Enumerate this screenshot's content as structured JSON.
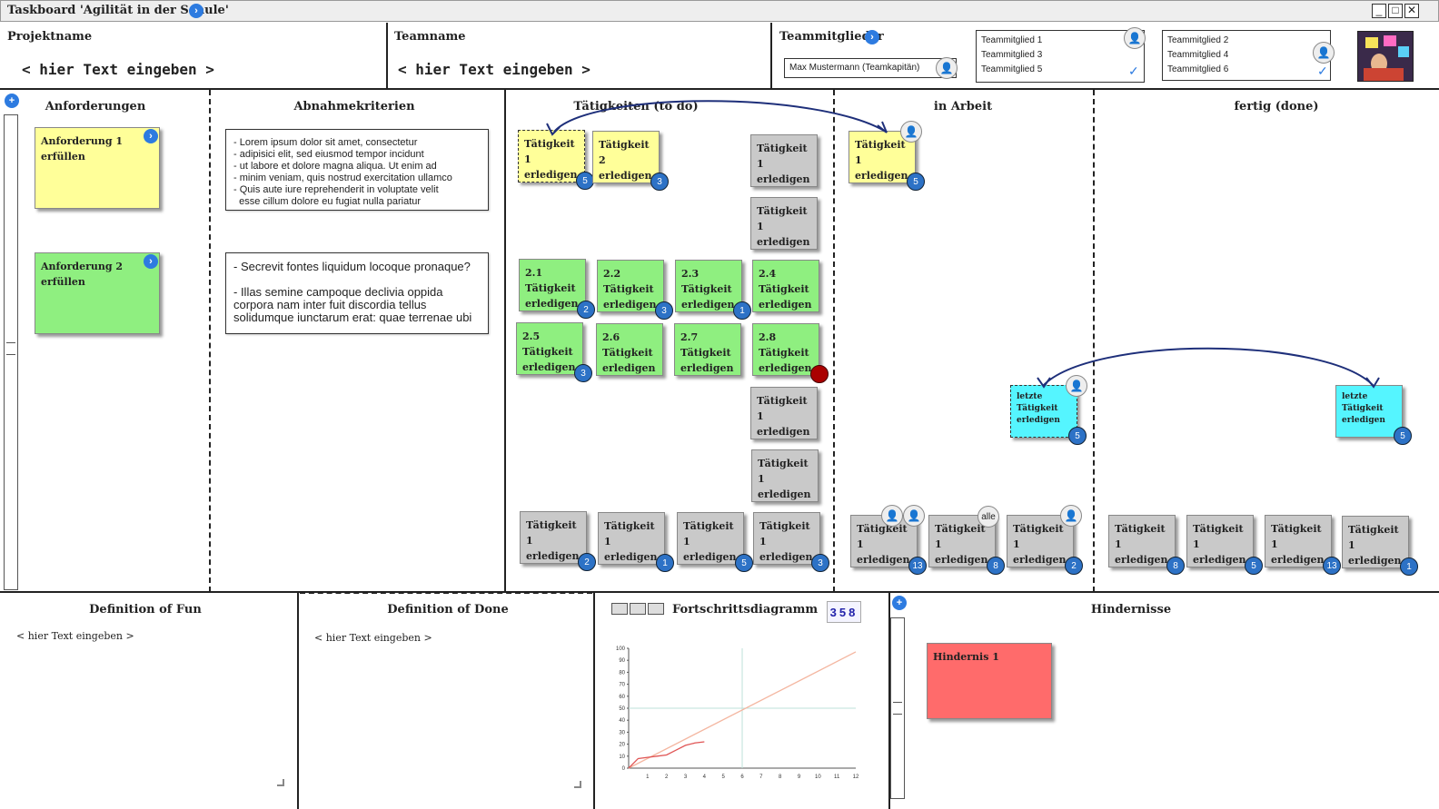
{
  "window": {
    "title": "Taskboard 'Agilität in der Schule'",
    "min": "_",
    "max": "□",
    "close": "✕"
  },
  "header": {
    "project_label": "Projektname",
    "project_placeholder": "< hier Text eingeben >",
    "team_label": "Teamname",
    "team_placeholder": "< hier Text eingeben >",
    "members_label": "Teammitglieder",
    "captain": "Max Mustermann (Teamkapitän)",
    "list1": [
      "Teammitglied 1",
      "Teammitglied 3",
      "Teammitglied 5"
    ],
    "list2": [
      "Teammitglied 2",
      "Teammitglied 4",
      "Teammitglied 6"
    ],
    "check": "✓"
  },
  "columns": {
    "requirements": "Anforderungen",
    "criteria": "Abnahmekriterien",
    "todo": "Tätigkeiten (to do)",
    "inprogress": "in Arbeit",
    "done": "fertig (done)"
  },
  "requirements": [
    {
      "label": "Anforderung 1 erfüllen"
    },
    {
      "label": "Anforderung 2 erfüllen"
    }
  ],
  "criteria": [
    {
      "text": "- Lorem ipsum dolor sit amet, consectetur\n- adipisici elit, sed eiusmod tempor incidunt\n- ut labore et dolore magna aliqua. Ut enim ad\n- minim veniam, quis nostrud exercitation ullamco\n- Quis aute iure reprehenderit in voluptate velit\n  esse cillum dolore eu fugiat nulla pariatur"
    },
    {
      "text": "- Secrevit fontes liquidum locoque pronaque?\n\n- Illas semine campoque declivia oppida corpora nam inter fuit discordia tellus solidumque iunctarum erat: quae terrenae ubi"
    }
  ],
  "todo_cards": [
    {
      "label": "Tätigkeit 1 erledigen",
      "badge": "5",
      "color": "yellow",
      "dashed": true
    },
    {
      "label": "Tätigkeit 2 erledigen",
      "badge": "3",
      "color": "yellow"
    },
    {
      "label": "Tätigkeit 1 erledigen",
      "badge": "",
      "color": "grey"
    },
    {
      "label": "Tätigkeit 1 erledigen",
      "badge": "",
      "color": "grey"
    },
    {
      "label": "2.1 Tätigkeit erledigen",
      "badge": "2",
      "color": "green"
    },
    {
      "label": "2.2 Tätigkeit erledigen",
      "badge": "3",
      "color": "green"
    },
    {
      "label": "2.3 Tätigkeit erledigen",
      "badge": "1",
      "color": "green"
    },
    {
      "label": "2.4 Tätigkeit erledigen",
      "badge": "",
      "color": "green"
    },
    {
      "label": "2.5 Tätigkeit erledigen",
      "badge": "3",
      "color": "green"
    },
    {
      "label": "2.6 Tätigkeit erledigen",
      "badge": "",
      "color": "green"
    },
    {
      "label": "2.7 Tätigkeit erledigen",
      "badge": "",
      "color": "green"
    },
    {
      "label": "2.8 Tätigkeit erledigen",
      "badge": "",
      "color": "green",
      "redDot": true
    },
    {
      "label": "Tätigkeit 1 erledigen",
      "badge": "",
      "color": "grey"
    },
    {
      "label": "Tätigkeit 1 erledigen",
      "badge": "",
      "color": "grey"
    },
    {
      "label": "Tätigkeit 1 erledigen",
      "badge": "2",
      "color": "grey"
    },
    {
      "label": "Tätigkeit 1 erledigen",
      "badge": "1",
      "color": "grey"
    },
    {
      "label": "Tätigkeit 1 erledigen",
      "badge": "5",
      "color": "grey"
    },
    {
      "label": "Tätigkeit 1 erledigen",
      "badge": "3",
      "color": "grey"
    }
  ],
  "inprogress_cards": [
    {
      "label": "Tätigkeit 1 erledigen",
      "badge": "5",
      "color": "yellow"
    },
    {
      "label": "letzte Tätigkeit erledigen",
      "badge": "5",
      "color": "cyan",
      "dashed": true
    },
    {
      "label": "Tätigkeit 1 erledigen",
      "badge": "13",
      "color": "grey"
    },
    {
      "label": "Tätigkeit 1 erledigen",
      "badge": "8",
      "color": "grey",
      "alle": "alle"
    },
    {
      "label": "Tätigkeit 1 erledigen",
      "badge": "2",
      "color": "grey"
    }
  ],
  "done_cards": [
    {
      "label": "letzte Tätigkeit erledigen",
      "badge": "5",
      "color": "cyan"
    },
    {
      "label": "Tätigkeit 1 erledigen",
      "badge": "8",
      "color": "grey"
    },
    {
      "label": "Tätigkeit 1 erledigen",
      "badge": "5",
      "color": "grey"
    },
    {
      "label": "Tätigkeit 1 erledigen",
      "badge": "13",
      "color": "grey"
    },
    {
      "label": "Tätigkeit 1 erledigen",
      "badge": "1",
      "color": "grey"
    }
  ],
  "bottom": {
    "fun_title": "Definition of Fun",
    "fun_placeholder": "< hier Text eingeben >",
    "done_title": "Definition of Done",
    "done_placeholder": "< hier Text eingeben >",
    "progress_title": "Fortschrittsdiagramm",
    "counter": "358",
    "impediments_title": "Hindernisse",
    "impediment_label": "Hindernis 1"
  },
  "colors": {
    "accent": "#2d7be0",
    "yellow": "#ffff99",
    "green": "#8fef80",
    "grey": "#c9c9c9",
    "cyan": "#55f5ff",
    "red": "#ff6b6b"
  },
  "chart_data": {
    "type": "line",
    "x_ticks": [
      1,
      2,
      3,
      4,
      5,
      6,
      7,
      8,
      9,
      10,
      11,
      12
    ],
    "y_ticks": [
      0,
      10,
      20,
      30,
      40,
      50,
      60,
      70,
      80,
      90,
      100
    ],
    "xlim": [
      0,
      12
    ],
    "ylim": [
      0,
      100
    ],
    "series": [
      {
        "points": [
          [
            0,
            0
          ],
          [
            12,
            97
          ]
        ],
        "color": "#f4b6a0"
      },
      {
        "points": [
          [
            0,
            0
          ],
          [
            0.5,
            8
          ],
          [
            1,
            9
          ],
          [
            1.5,
            10
          ],
          [
            2,
            11
          ],
          [
            2.5,
            15
          ],
          [
            3,
            19
          ],
          [
            3.5,
            21
          ],
          [
            4,
            22
          ]
        ],
        "color": "#e05555"
      }
    ],
    "grid": false
  }
}
